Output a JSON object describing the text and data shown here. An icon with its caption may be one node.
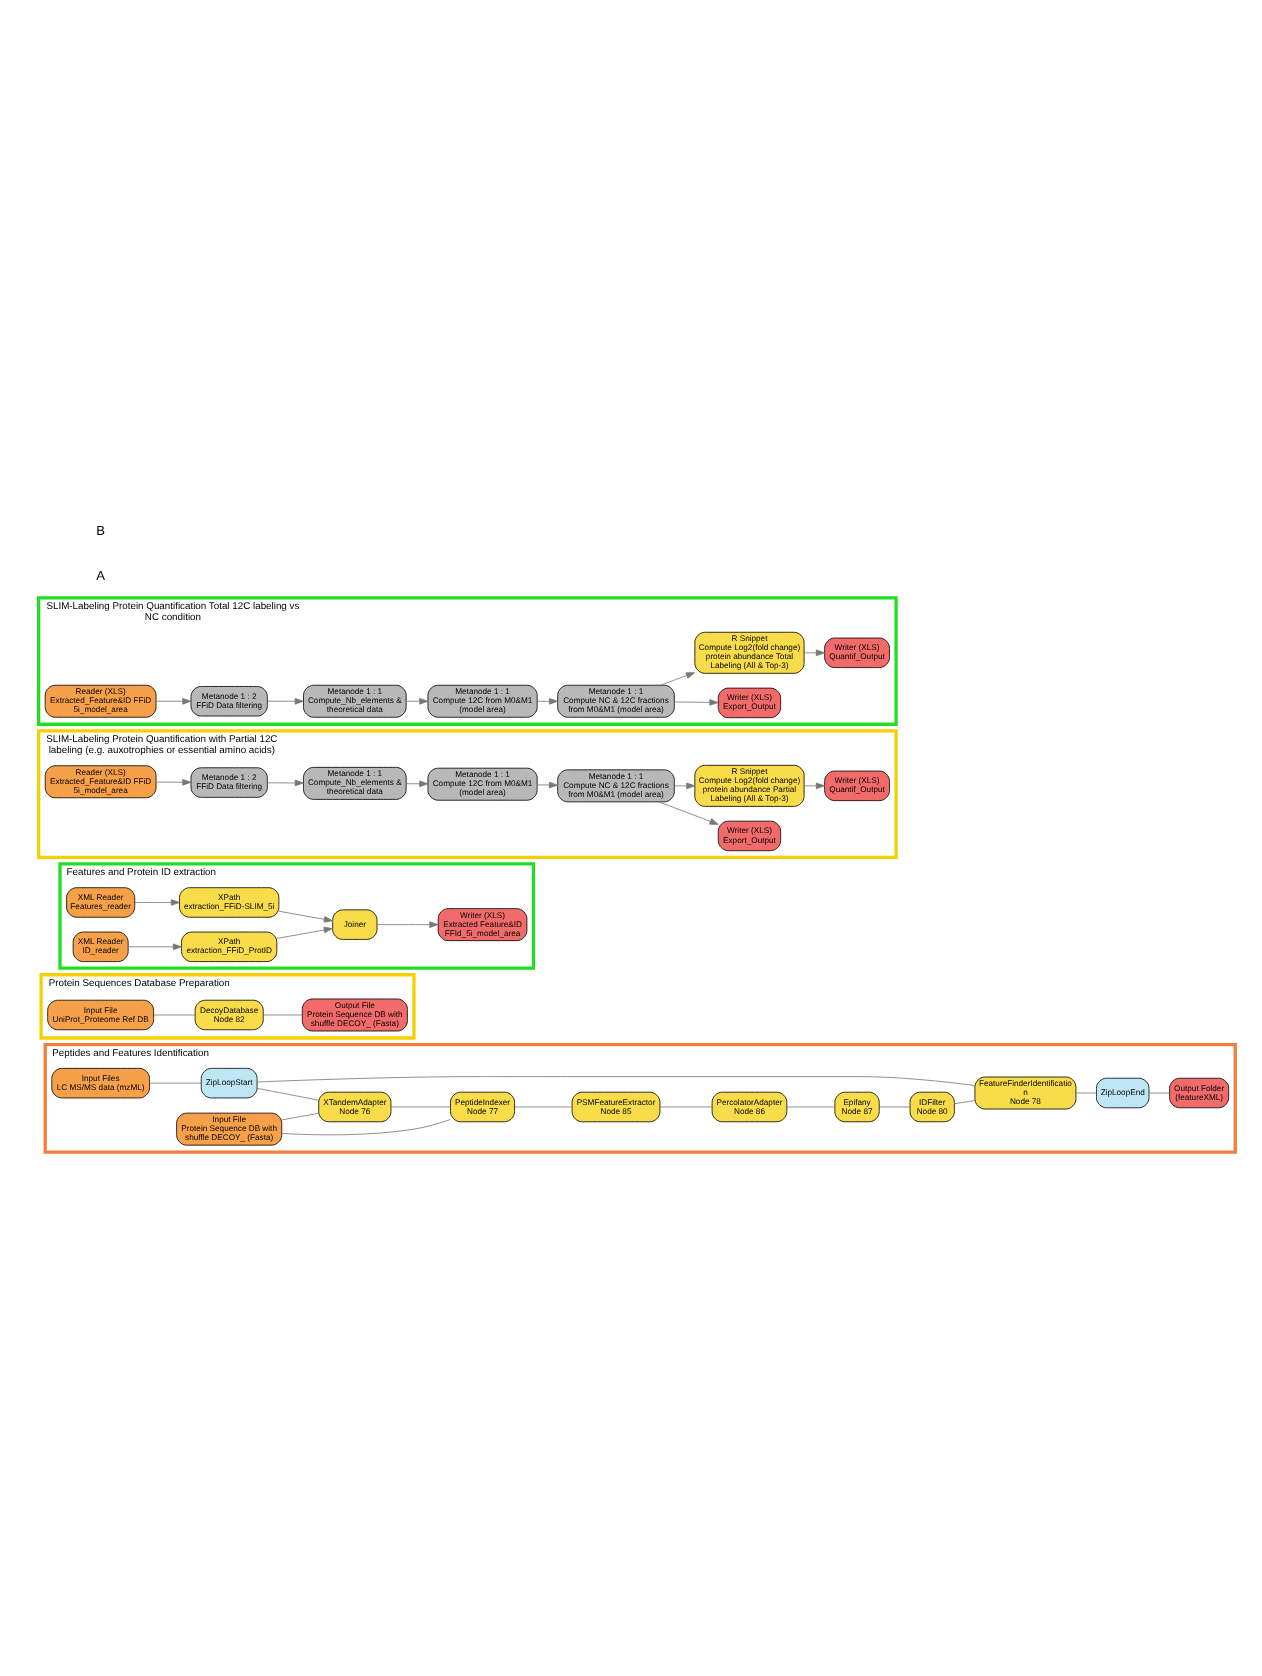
{
  "diagram": {
    "nodes": [
      {
        "text": [
          "Peptides and Features Identification"
        ]
      },
      {
        "text": [
          "Input Files",
          "LC MS/MS data (mzML)"
        ],
        "in": 0
      },
      {
        "text": [
          "ZipLoopStart"
        ],
        "in": 0
      },
      {
        "text": [
          "XTandemAdapter",
          "Node 76"
        ],
        "in": 0
      },
      {
        "text": [
          "Input File",
          "Protein Sequence DB with shuffle DECOY_ (Fasta)"
        ],
        "in": 0
      },
      {
        "text": [
          "PeptideIndexer",
          "Node 77"
        ],
        "in": 0
      },
      {
        "text": [
          "PSMFeatureExtractor",
          "Node 85"
        ],
        "in": 0
      },
      {
        "text": [
          "PercolatorAdapter",
          "Node 86"
        ],
        "in": 0
      },
      {
        "text": [
          "Epifany",
          "Node 87"
        ],
        "in": 0
      },
      {
        "text": [
          "IDFilter",
          "Node 80"
        ],
        "in": 0
      },
      {
        "text": [
          "FeatureFinderIdentification",
          "Node 78"
        ],
        "in": 0
      },
      {
        "text": [
          "ZipLoopEnd"
        ],
        "in": 0
      },
      {
        "text": [
          "Output Folder",
          "(featureXML)"
        ],
        "in": 0
      },
      {
        "text": [
          "Protein Sequences Database Preparation"
        ]
      },
      {
        "text": [
          "Input File",
          "UniProt_Proteome Ref DB"
        ],
        "in": 13
      },
      {
        "text": [
          "DecoyDatabase",
          "Node 82"
        ],
        "in": 13
      },
      {
        "text": [
          "Output File",
          "Protein Sequence DB with shuffle DECOY_ (Fasta)"
        ],
        "in": 13
      },
      {
        "text": [
          "Features and Protein ID extraction"
        ]
      },
      {
        "text": [
          "XML Reader",
          "Features_reader"
        ],
        "in": 17
      },
      {
        "text": [
          "XPath",
          "extraction_FFiD-SLIM_5i"
        ],
        "in": 17
      },
      {
        "text": [
          "XML Reader",
          "ID_reader"
        ],
        "in": 17
      },
      {
        "text": [
          "XPath",
          "extraction_FFiD_ProtID"
        ],
        "in": 17
      },
      {
        "text": [
          "Joiner"
        ],
        "in": 17
      },
      {
        "text": [
          "Writer (XLS)",
          "Extracted Feature&ID FFId_5i_model_area"
        ],
        "in": 17
      },
      {
        "text": [
          "SLIM-Labeling Protein Quantification with Partial 12C labeling (e.g. auxotrophies or essential amino acids)"
        ]
      },
      {
        "text": [
          "Reader (XLS)",
          "Extracted_Feature&ID FFiD 5i_model_area"
        ],
        "in": 24
      },
      {
        "text": [
          "Metanode 1 : 2",
          "FFiD Data filtering"
        ],
        "in": 24
      },
      {
        "text": [
          "Metanode 1 : 1",
          "Compute_Nb_elements & theoretical data"
        ],
        "in": 24
      },
      {
        "text": [
          "Metanode 1 : 1",
          "Compute 12C from M0&M1 (model area)"
        ],
        "in": 24
      },
      {
        "text": [
          "Metanode 1 : 1",
          "Compute NC & 12C fractions from M0&M1 (model area)"
        ],
        "in": 24
      },
      {
        "text": [
          "Writer (XLS)",
          "Export_Output"
        ],
        "in": 24
      },
      {
        "text": [
          "R Snippet",
          "Compute Log2(fold change) protein abundance Partial Labeling (All & Top-3)"
        ],
        "in": 24
      },
      {
        "text": [
          "Writer (XLS)",
          "Quantif_Output"
        ],
        "in": 24
      },
      {
        "text": [
          "SLIM-Labeling Protein Quantification Total 12C labeling vs NC condition"
        ]
      },
      {
        "text": [
          "Reader (XLS)",
          "Extracted_Feature&ID FFiD 5i_model_area"
        ],
        "in": 33
      },
      {
        "text": [
          "Metanode 1 : 2",
          "FFiD Data filtering"
        ],
        "in": 33
      },
      {
        "text": [
          "Metanode 1 : 1",
          "Compute_Nb_elements & theoretical data"
        ],
        "in": 33
      },
      {
        "text": [
          "Metanode 1 : 1",
          "Compute 12C from M0&M1 (model area)"
        ],
        "in": 33
      },
      {
        "text": [
          "Metanode 1 : 1",
          "Compute NC & 12C fractions from M0&M1 (model area)"
        ],
        "in": 33
      },
      {
        "text": [
          "Writer (XLS)",
          "Export_Output"
        ],
        "in": 33
      },
      {
        "text": [
          "R Snippet",
          "Compute Log2(fold change) protein abundance Total Labeling (All & Top-3)"
        ],
        "in": 33
      },
      {
        "text": [
          "Writer (XLS)",
          "Quantif_Output"
        ],
        "in": 33
      }
    ],
    "edges": [
      {
        "from": 1,
        "to": 2,
        "arrow": "none"
      },
      {
        "from": 2,
        "to": 3,
        "arrow": "none"
      },
      {
        "from": 2,
        "to": 10,
        "arrow": "none"
      },
      {
        "from": 4,
        "to": 3,
        "arrow": "none"
      },
      {
        "from": 4,
        "to": 5,
        "arrow": "none"
      },
      {
        "from": 3,
        "to": 5,
        "arrow": "none"
      },
      {
        "from": 5,
        "to": 6,
        "arrow": "none"
      },
      {
        "from": 6,
        "to": 7,
        "arrow": "none"
      },
      {
        "from": 7,
        "to": 8,
        "arrow": "none"
      },
      {
        "from": 8,
        "to": 9,
        "arrow": "none"
      },
      {
        "from": 9,
        "to": 10,
        "arrow": "none"
      },
      {
        "from": 10,
        "to": 11,
        "arrow": "none"
      },
      {
        "from": 11,
        "to": 12,
        "arrow": "none"
      },
      {
        "from": 14,
        "to": 15,
        "arrow": "none"
      },
      {
        "from": 15,
        "to": 16,
        "arrow": "none"
      },
      {
        "from": 18,
        "to": 19,
        "arrow": "to"
      },
      {
        "from": 20,
        "to": 21,
        "arrow": "to"
      },
      {
        "from": 19,
        "to": 22,
        "arrow": "to"
      },
      {
        "from": 21,
        "to": 22,
        "arrow": "to"
      },
      {
        "from": 22,
        "to": 23,
        "arrow": "to"
      },
      {
        "from": 25,
        "to": 26,
        "arrow": "to"
      },
      {
        "from": 26,
        "to": 27,
        "arrow": "to"
      },
      {
        "from": 27,
        "to": 28,
        "arrow": "to"
      },
      {
        "from": 28,
        "to": 29,
        "arrow": "to"
      },
      {
        "from": 29,
        "to": 30,
        "arrow": "to"
      },
      {
        "from": 29,
        "to": 31,
        "arrow": "to"
      },
      {
        "from": 31,
        "to": 32,
        "arrow": "to"
      },
      {
        "from": 34,
        "to": 35,
        "arrow": "to"
      },
      {
        "from": 35,
        "to": 36,
        "arrow": "to"
      },
      {
        "from": 36,
        "to": 37,
        "arrow": "to"
      },
      {
        "from": 37,
        "to": 38,
        "arrow": "to"
      },
      {
        "from": 38,
        "to": 39,
        "arrow": "to"
      },
      {
        "from": 38,
        "to": 40,
        "arrow": "to"
      },
      {
        "from": 40,
        "to": 41,
        "arrow": "to"
      }
    ],
    "labels": [
      "A",
      "B"
    ]
  }
}
